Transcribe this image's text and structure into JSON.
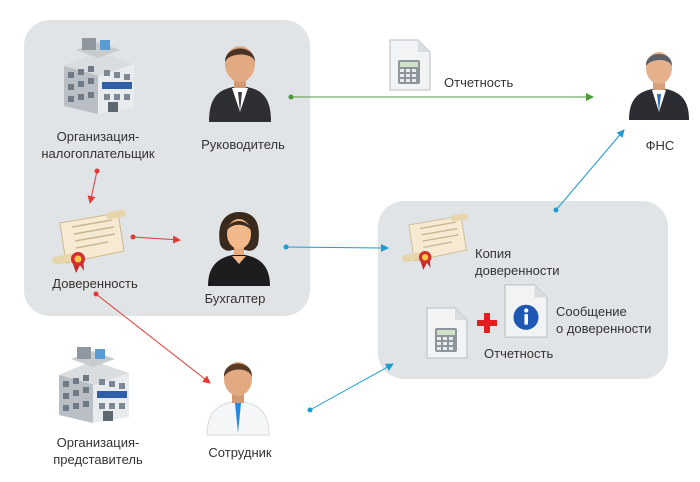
{
  "nodes": {
    "org_taxpayer": "Организация-\nналогоплательщик",
    "director": "Руководитель",
    "poa": "Доверенность",
    "accountant": "Бухгалтер",
    "org_rep": "Организация-\nпредставитель",
    "employee": "Сотрудник",
    "fns": "ФНС",
    "report_top": "Отчетность",
    "poa_copy": "Копия\nдоверенности",
    "message": "Сообщение\nо доверенности",
    "report_box": "Отчетность"
  },
  "icons": {
    "building": "office-building-icon",
    "male_manager": "businessman-icon",
    "female": "woman-accountant-icon",
    "male_employee": "employee-icon",
    "scroll": "scroll-document-icon",
    "calc_doc": "calculator-document-icon",
    "info_doc": "info-document-icon",
    "plus": "plus-icon"
  },
  "colors": {
    "panel": "#e0e4e6",
    "arrow_red": "#e53935",
    "arrow_green": "#4a9a3a",
    "arrow_blue": "#1e9bd0",
    "plus_red": "#e02020"
  }
}
